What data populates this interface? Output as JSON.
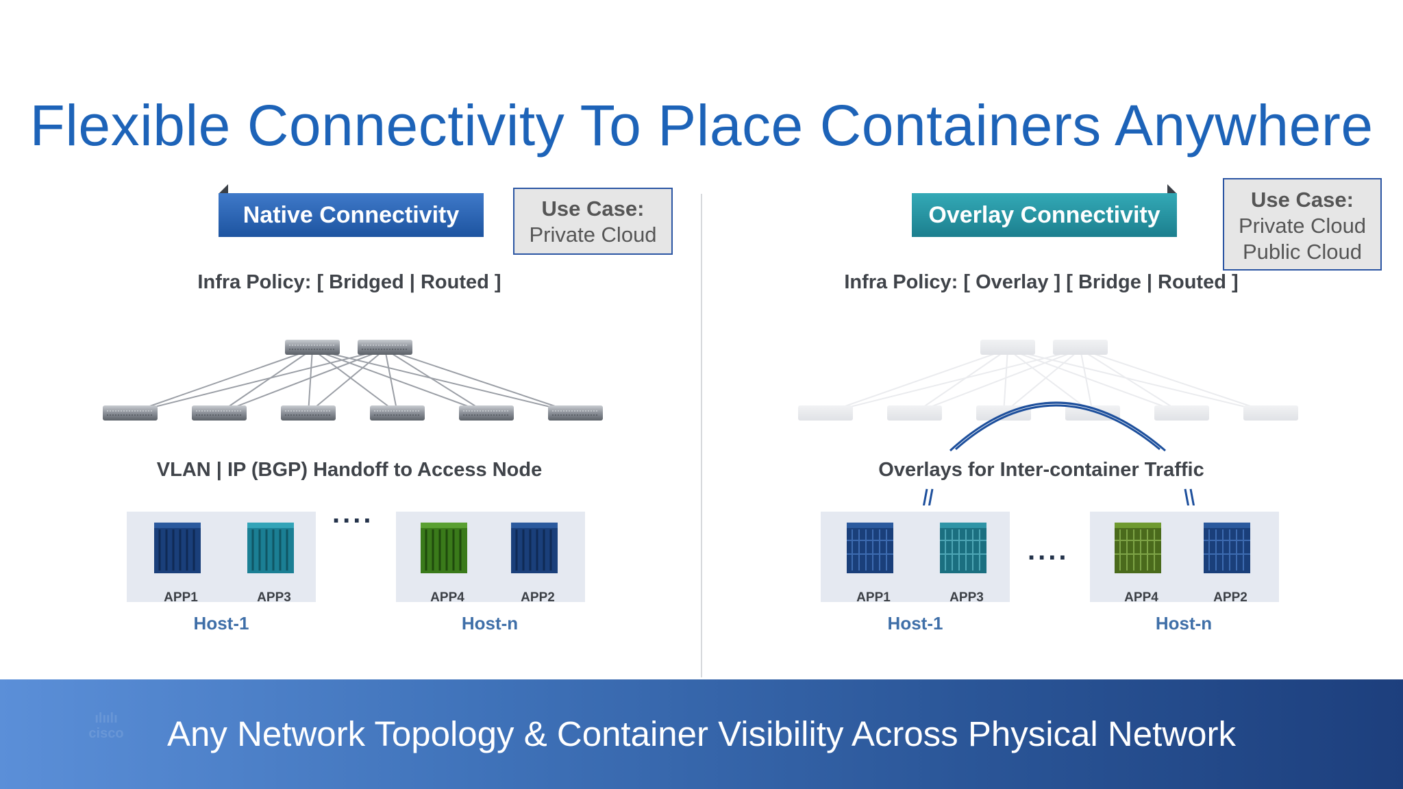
{
  "title": "Flexible Connectivity To Place Containers Anywhere",
  "left": {
    "ribbon": "Native Connectivity",
    "use_case": {
      "title": "Use Case:",
      "lines": [
        "Private Cloud"
      ]
    },
    "policy": "Infra Policy: [ Bridged | Routed ]",
    "caption": "VLAN | IP (BGP) Handoff to Access Node",
    "hosts": [
      {
        "label": "Host-1",
        "apps": [
          "APP1",
          "APP3"
        ]
      },
      {
        "label": "Host-n",
        "apps": [
          "APP4",
          "APP2"
        ]
      }
    ],
    "ellipsis": "...."
  },
  "right": {
    "ribbon": "Overlay Connectivity",
    "use_case": {
      "title": "Use Case:",
      "lines": [
        "Private Cloud",
        "Public Cloud"
      ]
    },
    "policy": "Infra Policy: [ Overlay ] [ Bridge | Routed ]",
    "caption": "Overlays for Inter-container Traffic",
    "hosts": [
      {
        "label": "Host-1",
        "apps": [
          "APP1",
          "APP3"
        ]
      },
      {
        "label": "Host-n",
        "apps": [
          "APP4",
          "APP2"
        ]
      }
    ],
    "ellipsis": "...."
  },
  "banner": "Any Network Topology & Container Visibility Across Physical Network",
  "colors": {
    "title": "#1d63b8",
    "native_ribbon": "#2a62b0",
    "overlay_ribbon": "#2694a3",
    "container_navy": "#1a3f7a",
    "container_teal": "#1b7f94",
    "container_green": "#3a7a1a",
    "overlay_arc": "#1d4f9c",
    "banner": "#2a5597"
  },
  "logo_text": "cisco"
}
